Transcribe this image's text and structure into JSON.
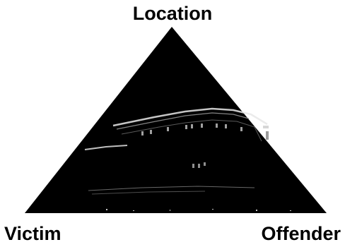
{
  "diagram": {
    "top_label": "Location",
    "left_label": "Victim",
    "right_label": "Offender",
    "triangle_color": "#000000",
    "background_color": "#ffffff"
  }
}
